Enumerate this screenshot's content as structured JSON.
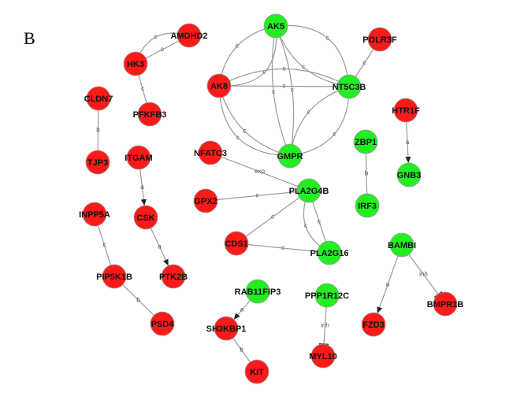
{
  "panel_label": "B",
  "colors": {
    "up": "#ff1a1a",
    "down": "#22ee22",
    "edge": "#9a9a9a"
  },
  "nodes": [
    {
      "id": "AK5",
      "group": "down"
    },
    {
      "id": "AMDHD2",
      "group": "up"
    },
    {
      "id": "HK3",
      "group": "up"
    },
    {
      "id": "POLR3F",
      "group": "up"
    },
    {
      "id": "AK8",
      "group": "up"
    },
    {
      "id": "NT5C3B",
      "group": "down"
    },
    {
      "id": "PFKFB3",
      "group": "up"
    },
    {
      "id": "CLDN7",
      "group": "up"
    },
    {
      "id": "HTR1F",
      "group": "up"
    },
    {
      "id": "TJP3",
      "group": "up"
    },
    {
      "id": "ITGAM",
      "group": "up"
    },
    {
      "id": "NFATC3",
      "group": "up"
    },
    {
      "id": "GMPR",
      "group": "down"
    },
    {
      "id": "ZBP1",
      "group": "down"
    },
    {
      "id": "GNB3",
      "group": "down"
    },
    {
      "id": "GPX2",
      "group": "up"
    },
    {
      "id": "PLA2G4B",
      "group": "down"
    },
    {
      "id": "IRF3",
      "group": "down"
    },
    {
      "id": "INPP5A",
      "group": "up"
    },
    {
      "id": "CSK",
      "group": "up"
    },
    {
      "id": "CDS1",
      "group": "up"
    },
    {
      "id": "PLA2G16",
      "group": "down"
    },
    {
      "id": "BAMBI",
      "group": "down"
    },
    {
      "id": "PIP5K1B",
      "group": "up"
    },
    {
      "id": "PTK2B",
      "group": "up"
    },
    {
      "id": "RAB11FIP3",
      "group": "down"
    },
    {
      "id": "PPP1R12C",
      "group": "down"
    },
    {
      "id": "BMPR1B",
      "group": "up"
    },
    {
      "id": "FZD3",
      "group": "up"
    },
    {
      "id": "PSD4",
      "group": "up"
    },
    {
      "id": "SH3KBP1",
      "group": "up"
    },
    {
      "id": "MYL10",
      "group": "up"
    },
    {
      "id": "KIT",
      "group": "up"
    }
  ],
  "edges": [
    {
      "from": "AMDHD2",
      "to": "HK3",
      "label": "c",
      "kind": "line"
    },
    {
      "from": "AMDHD2",
      "to": "HK3",
      "label": "c",
      "kind": "line"
    },
    {
      "from": "HK3",
      "to": "PFKFB3",
      "label": "c",
      "kind": "line"
    },
    {
      "from": "CLDN7",
      "to": "TJP3",
      "label": "b",
      "kind": "line"
    },
    {
      "from": "AK5",
      "to": "AK8",
      "label": "c",
      "kind": "line"
    },
    {
      "from": "AK5",
      "to": "AK8",
      "label": "c",
      "kind": "line"
    },
    {
      "from": "AK5",
      "to": "NT5C3B",
      "label": "c",
      "kind": "line"
    },
    {
      "from": "AK5",
      "to": "NT5C3B",
      "label": "c",
      "kind": "line"
    },
    {
      "from": "AK5",
      "to": "GMPR",
      "label": "c",
      "kind": "line"
    },
    {
      "from": "AK5",
      "to": "GMPR",
      "label": "c",
      "kind": "line"
    },
    {
      "from": "AK8",
      "to": "NT5C3B",
      "label": "c",
      "kind": "line"
    },
    {
      "from": "AK8",
      "to": "NT5C3B",
      "label": "c",
      "kind": "line"
    },
    {
      "from": "AK8",
      "to": "GMPR",
      "label": "c",
      "kind": "line"
    },
    {
      "from": "AK8",
      "to": "GMPR",
      "label": "c",
      "kind": "line"
    },
    {
      "from": "NT5C3B",
      "to": "GMPR",
      "label": "c",
      "kind": "line"
    },
    {
      "from": "NT5C3B",
      "to": "GMPR",
      "label": "c",
      "kind": "line"
    },
    {
      "from": "POLR3F",
      "to": "NT5C3B",
      "label": "c",
      "kind": "line"
    },
    {
      "from": "HTR1F",
      "to": "GNB3",
      "label": "a",
      "kind": "arrow"
    },
    {
      "from": "ZBP1",
      "to": "IRF3",
      "label": "b",
      "kind": "line"
    },
    {
      "from": "ITGAM",
      "to": "CSK",
      "label": "a",
      "kind": "arrow"
    },
    {
      "from": "NFATC3",
      "to": "PLA2G4B",
      "label": "exp",
      "kind": "line"
    },
    {
      "from": "GPX2",
      "to": "PLA2G4B",
      "label": "c",
      "kind": "line"
    },
    {
      "from": "PLA2G4B",
      "to": "CDS1",
      "label": "c",
      "kind": "line"
    },
    {
      "from": "PLA2G4B",
      "to": "PLA2G16",
      "label": "c",
      "kind": "line"
    },
    {
      "from": "PLA2G4B",
      "to": "PLA2G16",
      "label": "c",
      "kind": "line"
    },
    {
      "from": "CDS1",
      "to": "PLA2G16",
      "label": "c",
      "kind": "line"
    },
    {
      "from": "INPP5A",
      "to": "PIP5K1B",
      "label": "c",
      "kind": "line"
    },
    {
      "from": "CSK",
      "to": "PTK2B",
      "label": "a",
      "kind": "arrow"
    },
    {
      "from": "PIP5K1B",
      "to": "PSD4",
      "label": "b",
      "kind": "line"
    },
    {
      "from": "RAB11FIP3",
      "to": "SH3KBP1",
      "label": "a",
      "kind": "arrow"
    },
    {
      "from": "SH3KBP1",
      "to": "KIT",
      "label": "b",
      "kind": "line"
    },
    {
      "from": "PPP1R12C",
      "to": "MYL10",
      "label": "inh",
      "kind": "inhibit"
    },
    {
      "from": "BAMBI",
      "to": "FZD3",
      "label": "a",
      "kind": "arrow"
    },
    {
      "from": "BAMBI",
      "to": "BMPR1B",
      "label": "inh",
      "kind": "inhibit"
    }
  ]
}
